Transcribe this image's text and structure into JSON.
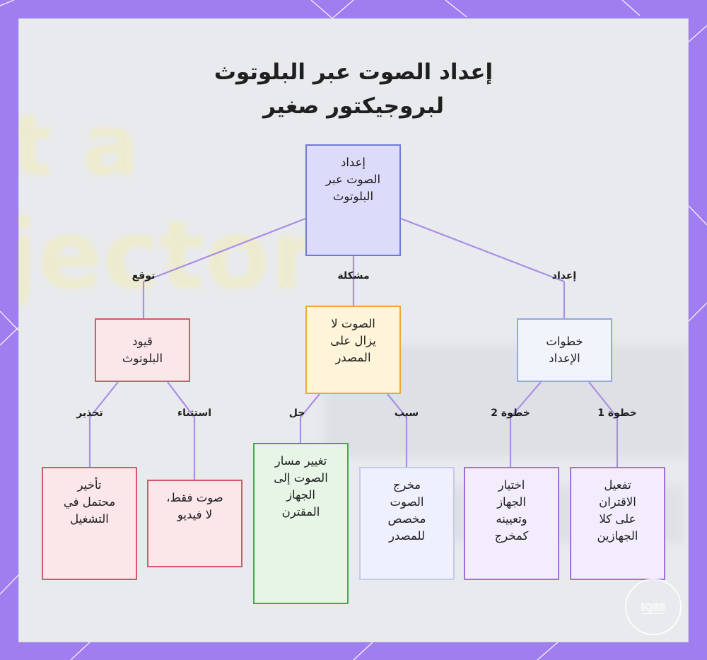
{
  "title": [
    "إعداد الصوت عبر البلوتوث",
    "لبروجيكتور صغير"
  ],
  "background_text": [
    "t a",
    "jector"
  ],
  "colors": {
    "frame": "#a07ef0",
    "panel": "#e9eaee",
    "connector": "#a98ee6"
  },
  "nodes": {
    "root": {
      "lines": [
        "إعداد",
        "الصوت عبر",
        "البلوتوث"
      ],
      "color": "blue"
    },
    "limits": {
      "lines": [
        "قيود",
        "البلوتوث"
      ],
      "color": "red"
    },
    "problem": {
      "lines": [
        "الصوت لا",
        "يزال على",
        "المصدر"
      ],
      "color": "orange"
    },
    "steps": {
      "lines": [
        "خطوات",
        "الإعداد"
      ],
      "color": "lightblue"
    },
    "delay": {
      "lines": [
        "تأخير",
        "محتمل في",
        "التشغيل"
      ],
      "color": "red"
    },
    "audio_only": {
      "lines": [
        "صوت فقط،",
        "لا فيديو"
      ],
      "color": "red"
    },
    "reroute": {
      "lines": [
        "تغيير مسار",
        "الصوت إلى",
        "الجهاز",
        "المقترن"
      ],
      "color": "green"
    },
    "dedicated_output": {
      "lines": [
        "مخرج",
        "الصوت",
        "مخصص",
        "للمصدر"
      ],
      "color": "lavender"
    },
    "select_device": {
      "lines": [
        "اختيار",
        "الجهاز",
        "وتعيينه",
        "كمخرج"
      ],
      "color": "purple"
    },
    "enable_pairing": {
      "lines": [
        "تفعيل",
        "الاقتران",
        "على كلا",
        "الجهازين"
      ],
      "color": "purple"
    }
  },
  "edge_labels": {
    "expect": "توقع",
    "problem": "مشكلة",
    "setup": "إعداد",
    "warning": "تحذير",
    "exception": "استثناء",
    "solution": "حل",
    "reason": "سبب",
    "step2": "خطوة 2",
    "step1": "خطوة 1"
  },
  "logo_text": "IQES"
}
